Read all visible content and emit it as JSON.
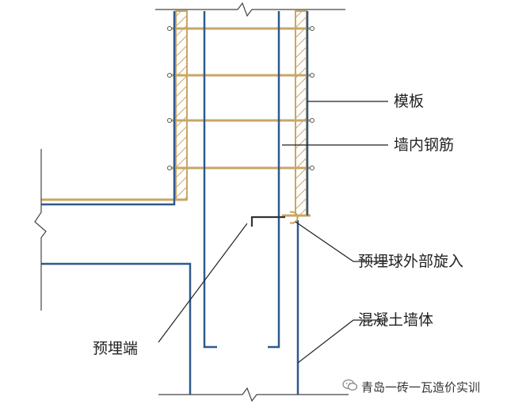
{
  "labels": {
    "formwork": "模板",
    "wall_rebar": "墙内钢筋",
    "embedded_ball": "预埋球外部旋入",
    "concrete_wall": "混凝土墙体",
    "embedded_end": "预埋端"
  },
  "watermark": {
    "text": "青岛一砖一瓦造价实训",
    "icon": "wechat-icon"
  },
  "colors": {
    "formwork": "#c8a665",
    "rebar": "#2e5a8e",
    "outline": "#333333",
    "leader": "#222222"
  }
}
